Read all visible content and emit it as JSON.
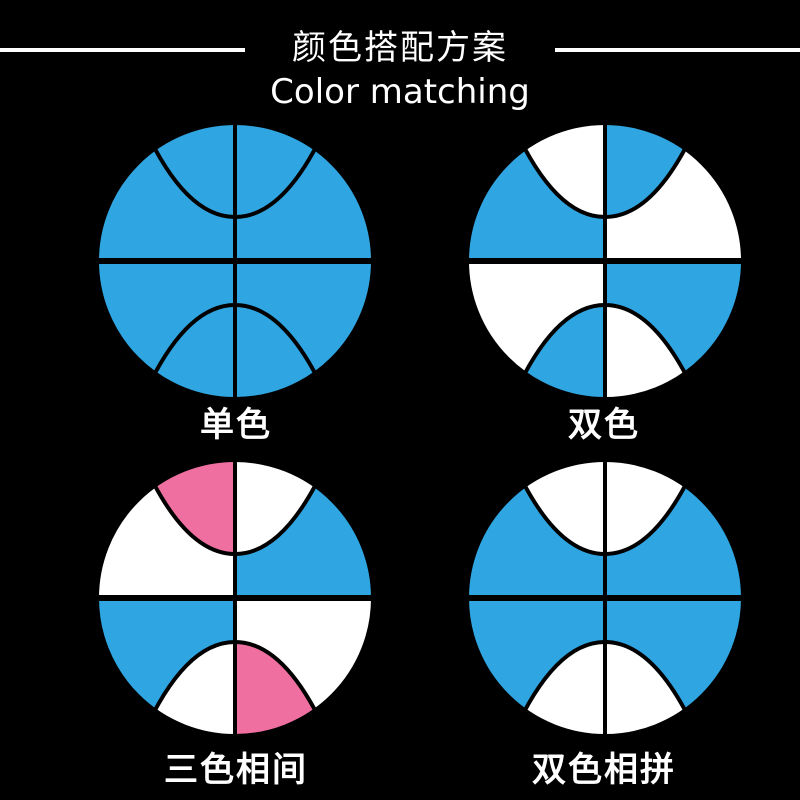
{
  "header": {
    "title_cn": "颜色搭配方案",
    "title_en": "Color matching"
  },
  "colors": {
    "background": "#000000",
    "blue": "#2fa6e2",
    "white": "#ffffff",
    "pink": "#ef6fa0",
    "line": "#000000"
  },
  "schemes": [
    {
      "label": "单色",
      "fills": [
        "blue",
        "blue",
        "blue",
        "blue",
        "blue",
        "blue",
        "blue",
        "blue"
      ]
    },
    {
      "label": "双色",
      "fills": [
        "white",
        "blue",
        "blue",
        "white",
        "white",
        "blue",
        "blue",
        "white"
      ]
    },
    {
      "label": "三色相间",
      "fills": [
        "pink",
        "white",
        "white",
        "blue",
        "blue",
        "white",
        "white",
        "pink"
      ]
    },
    {
      "label": "双色相拼",
      "fills": [
        "white",
        "white",
        "blue",
        "blue",
        "blue",
        "blue",
        "white",
        "white"
      ]
    }
  ]
}
